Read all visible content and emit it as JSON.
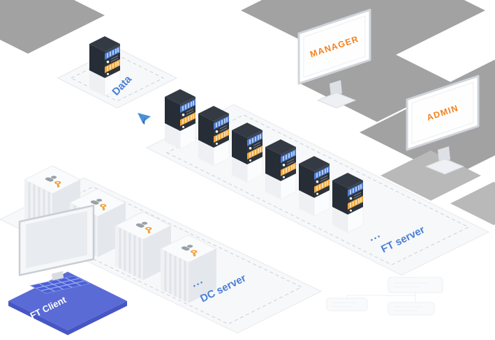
{
  "diagram": {
    "clusters": {
      "data": {
        "label": "Data"
      },
      "ft_servers": {
        "label": "FT server",
        "ellipsis": "•••"
      },
      "dc_servers": {
        "label": "DC server",
        "ellipsis": "•••"
      },
      "ft_client": {
        "label": "FT Client"
      }
    },
    "monitors": {
      "manager_label": "MANAGER",
      "admin_label": "ADMIN"
    },
    "colors": {
      "label_blue": "#4a7fd4",
      "screen_label_orange": "#f58220",
      "client_platform_blue": "#5b6bd5",
      "client_platform_dark": "#4656c4",
      "background_gray": "#a2a2a2",
      "background_gray_light": "#b9b9b9",
      "server_accent_blue": "#4e7ed5",
      "server_accent_orange": "#f0a83a",
      "server_dark": "#2e353e",
      "send_icon_blue": "#4a90d9"
    },
    "icons": {
      "send_icon": "paper-plane",
      "user_key_icon": "person-with-key",
      "server_tower_icon": "server-rack",
      "monitor_icon": "monitor"
    }
  }
}
